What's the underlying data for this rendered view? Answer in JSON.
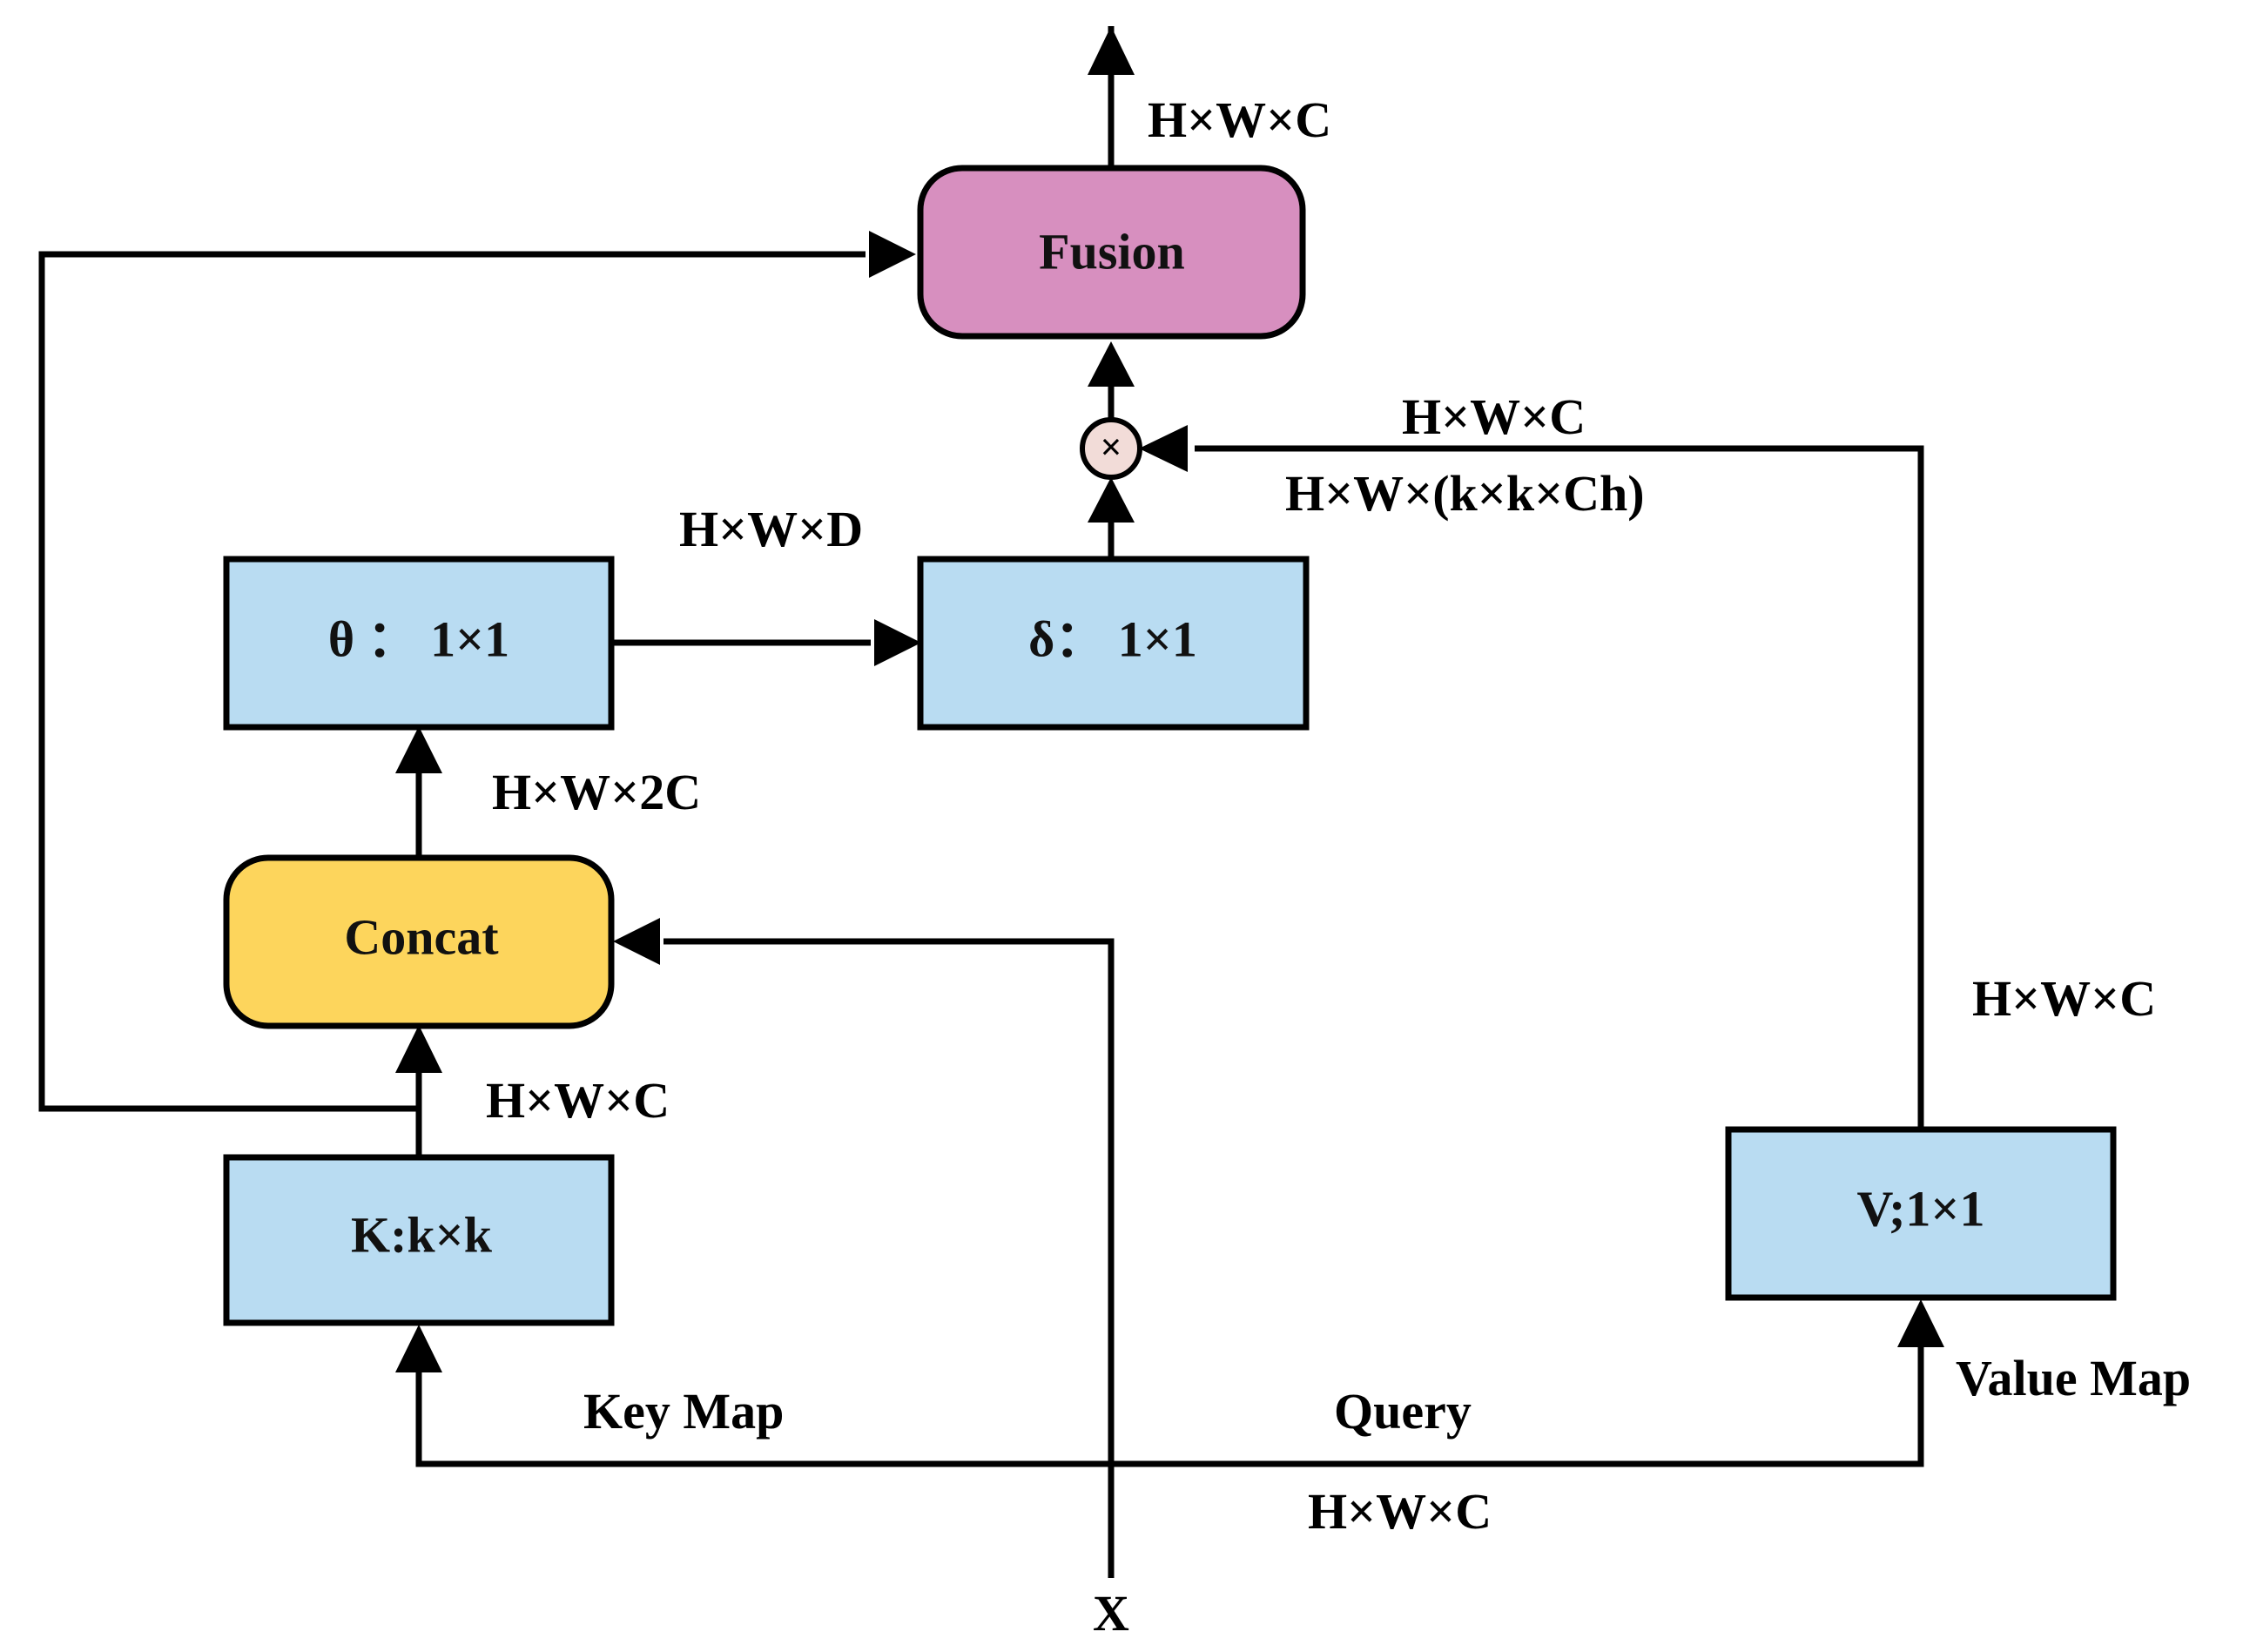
{
  "colors": {
    "blue_box": "#b9dcf2",
    "concat_box": "#fdd55c",
    "fusion_box": "#d78fbf",
    "multiply_node": "#f2dcd8",
    "line": "#000000"
  },
  "boxes": {
    "fusion": "Fusion",
    "theta": "θ ： 1×1",
    "delta": "δ： 1×1",
    "concat": "Concat",
    "key": "K:k×k",
    "value": "V;1×1"
  },
  "multiply_symbol": "×",
  "labels": {
    "output_dim": "H×W×C",
    "multiply_in_dim": "H×W×C",
    "multiply_in_dim2": "H×W×(k×k×Ch)",
    "theta_out_dim": "H×W×D",
    "concat_out_dim": "H×W×2C",
    "key_out_dim": "H×W×C",
    "value_out_dim": "H×W×C",
    "key_map": "Key Map",
    "query": "Query",
    "value_map": "Value Map",
    "input_dim": "H×W×C",
    "input": "X"
  }
}
